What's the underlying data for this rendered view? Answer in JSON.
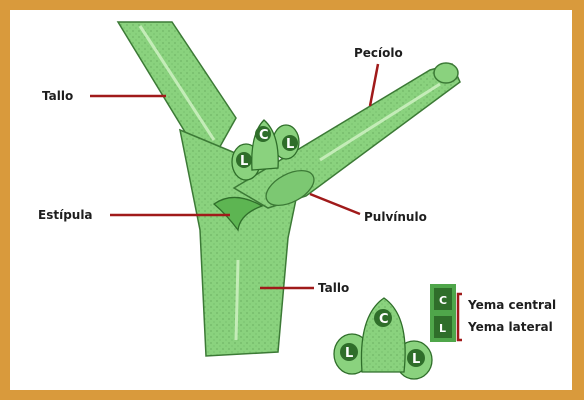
{
  "labels": {
    "tallo_top": "Tallo",
    "peciolo": "Pecíolo",
    "estipula": "Estípula",
    "pulvinulo": "Pulvínulo",
    "tallo_bottom": "Tallo"
  },
  "buds": {
    "central": "C",
    "lateral": "L"
  },
  "legend": {
    "central_key": "C",
    "lateral_key": "L",
    "central_text": "Yema central",
    "lateral_text": "Yema lateral"
  },
  "colors": {
    "frame": "#d99a3c",
    "plant": "#8ad27e",
    "plant_dark": "#4a9e43",
    "leader": "#a01a1a",
    "key_box": "#4fa64a"
  }
}
